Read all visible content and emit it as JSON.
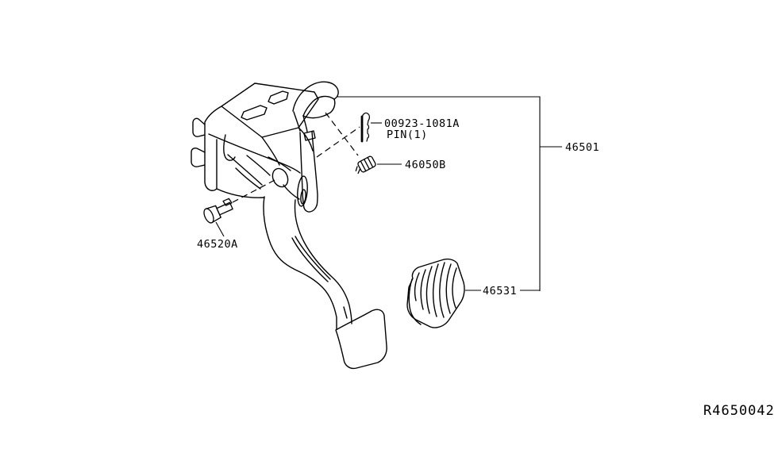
{
  "diagram": {
    "background_color": "#ffffff",
    "line_color": "#000000",
    "callouts": {
      "pin_part_number": "00923-1081A",
      "pin_quantity": "PIN(1)",
      "clip_nut": "46050B",
      "pedal_assembly": "46501",
      "pivot_bolt": "46520A",
      "pedal_pad_rubber": "46531"
    },
    "drawing_reference": "R4650042"
  }
}
